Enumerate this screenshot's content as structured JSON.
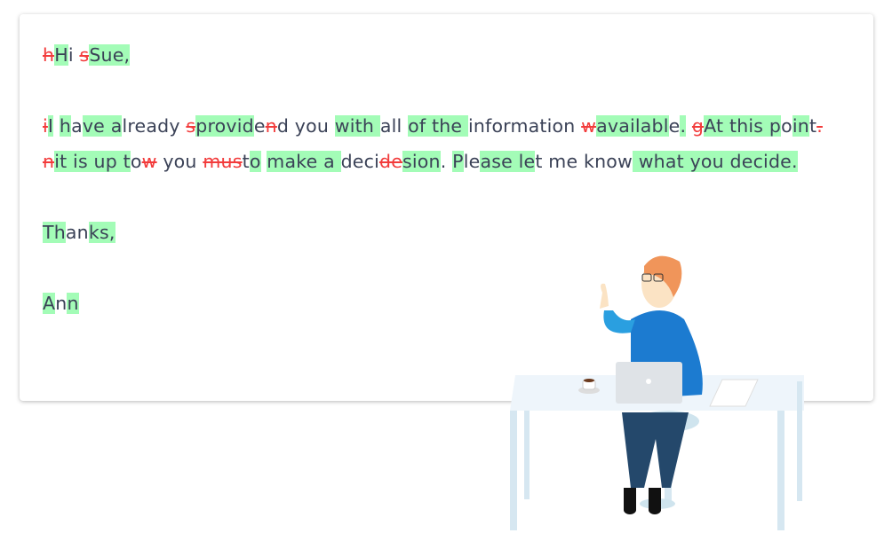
{
  "paragraphs": [
    [
      [
        "d",
        "h"
      ],
      [
        "i",
        "H"
      ],
      [
        "n",
        "i "
      ],
      [
        "d",
        "s"
      ],
      [
        "i",
        "Sue,"
      ]
    ],
    [
      [
        "d",
        "i"
      ],
      [
        "i",
        "I"
      ],
      [
        "n",
        " "
      ],
      [
        "i",
        "h"
      ],
      [
        "n",
        "a"
      ],
      [
        "i",
        "ve a"
      ],
      [
        "n",
        "lready "
      ],
      [
        "d",
        "s"
      ],
      [
        "i",
        "provid"
      ],
      [
        "n",
        "e"
      ],
      [
        "d",
        "n"
      ],
      [
        "n",
        "d you "
      ],
      [
        "i",
        "with "
      ],
      [
        "n",
        "all "
      ],
      [
        "i",
        "of the "
      ],
      [
        "n",
        "information "
      ],
      [
        "d",
        "w"
      ],
      [
        "i",
        "availabl"
      ],
      [
        "n",
        "e"
      ],
      [
        "i",
        "."
      ],
      [
        "n",
        " "
      ],
      [
        "d",
        "g"
      ],
      [
        "i",
        "At this "
      ],
      [
        "i",
        "p"
      ],
      [
        "n",
        "o"
      ],
      [
        "i",
        "in"
      ],
      [
        "n",
        "t"
      ],
      [
        "d",
        "."
      ],
      [
        "n",
        " "
      ],
      [
        "d",
        "n"
      ],
      [
        "i",
        "it is up t"
      ],
      [
        "n",
        "o"
      ],
      [
        "d",
        "w"
      ],
      [
        "n",
        " you "
      ],
      [
        "d",
        "mus"
      ],
      [
        "n",
        "t"
      ],
      [
        "i",
        "o"
      ],
      [
        "n",
        " "
      ],
      [
        "i",
        "make a "
      ],
      [
        "n",
        "deci"
      ],
      [
        "d",
        "de"
      ],
      [
        "i",
        "sion"
      ],
      [
        "n",
        ". "
      ],
      [
        "i",
        "P"
      ],
      [
        "n",
        "le"
      ],
      [
        "i",
        "ase le"
      ],
      [
        "n",
        "t me know"
      ],
      [
        "i",
        " what you decide."
      ]
    ],
    [
      [
        "i",
        "Th"
      ],
      [
        "n",
        "an"
      ],
      [
        "i",
        "ks,"
      ]
    ],
    [
      [
        "i",
        "A"
      ],
      [
        "n",
        "n"
      ],
      [
        "i",
        "n"
      ]
    ]
  ],
  "colors": {
    "deleted": "#f23b3b",
    "inserted_bg": "#a3fcb7",
    "text": "#3b4257"
  }
}
